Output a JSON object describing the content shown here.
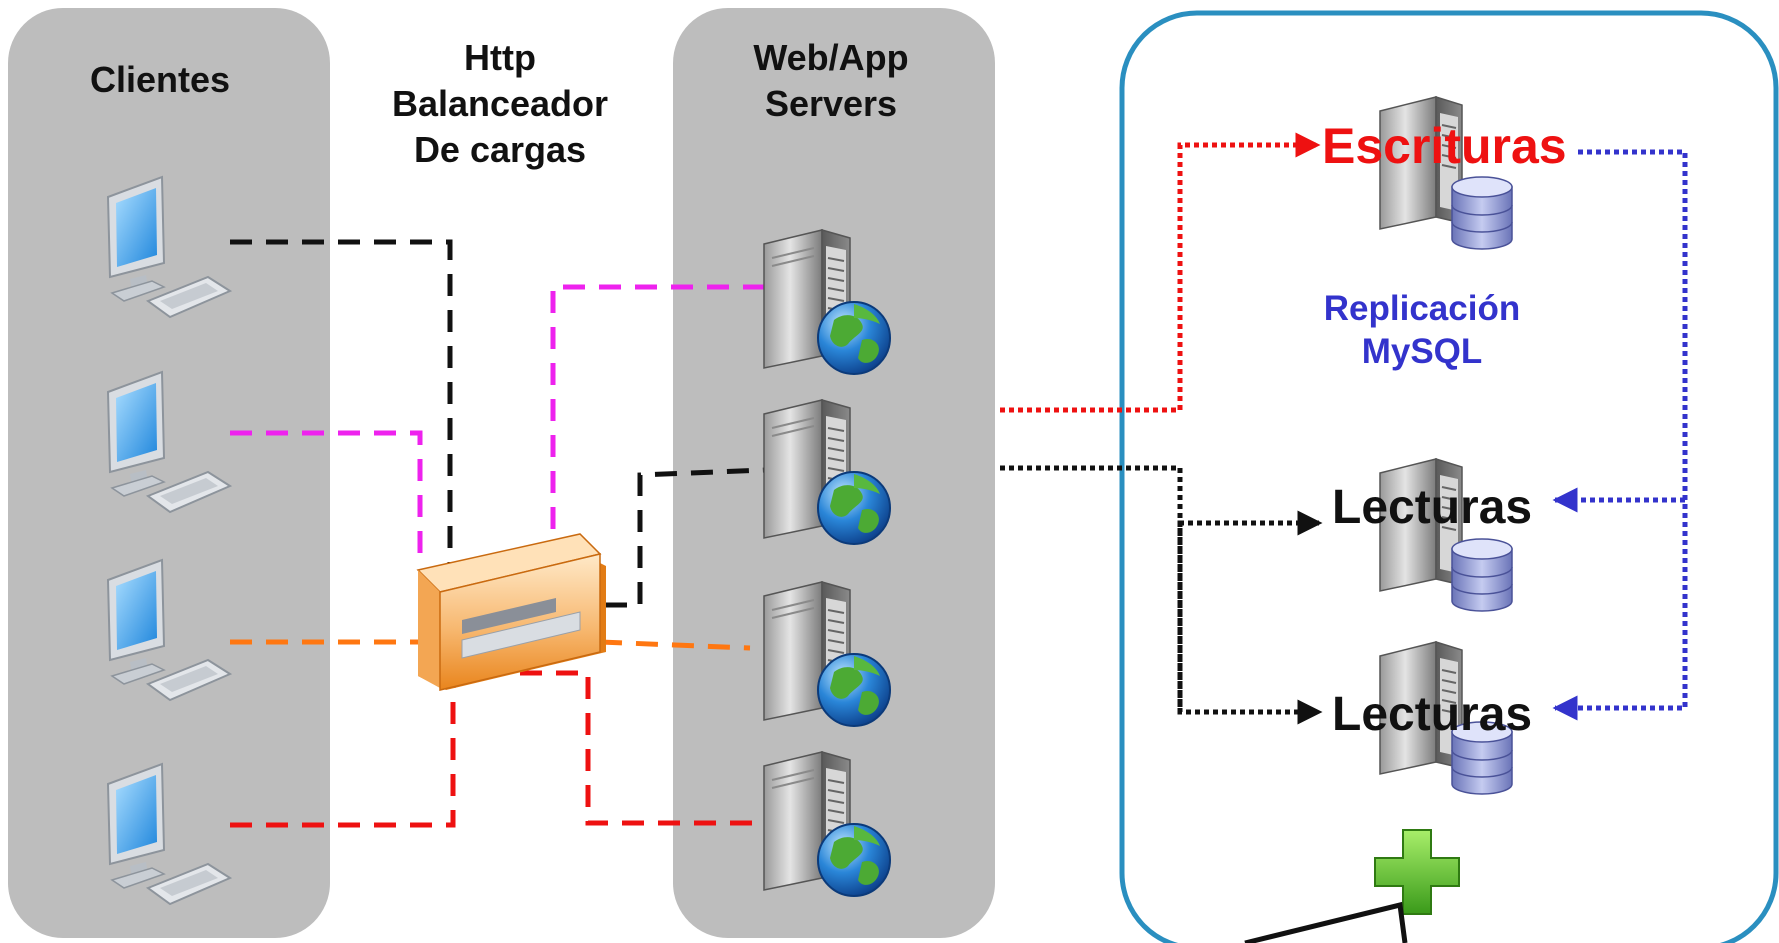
{
  "columns": {
    "clients": "Clientes",
    "balancer": [
      "Http",
      "Balanceador",
      "De cargas"
    ],
    "servers": [
      "Web/App",
      "Servers"
    ]
  },
  "database": {
    "writes": "Escrituras",
    "replication": [
      "Replicación",
      "MySQL"
    ],
    "reads_1": "Lecturas",
    "reads_2": "Lecturas"
  },
  "colors": {
    "panel_gray": "#bdbdbd",
    "panel_blue_border": "#2a8fc0",
    "writes": "#ee1111",
    "replication": "#3333cc",
    "black": "#111111",
    "magenta": "#ee22ee",
    "orange": "#ff7711",
    "red": "#ee1111"
  },
  "icons": {
    "client": "desktop-computer-icon",
    "balancer": "load-balancer-icon",
    "web_server": "web-server-globe-icon",
    "db_server": "database-server-icon",
    "add": "green-plus-icon"
  }
}
